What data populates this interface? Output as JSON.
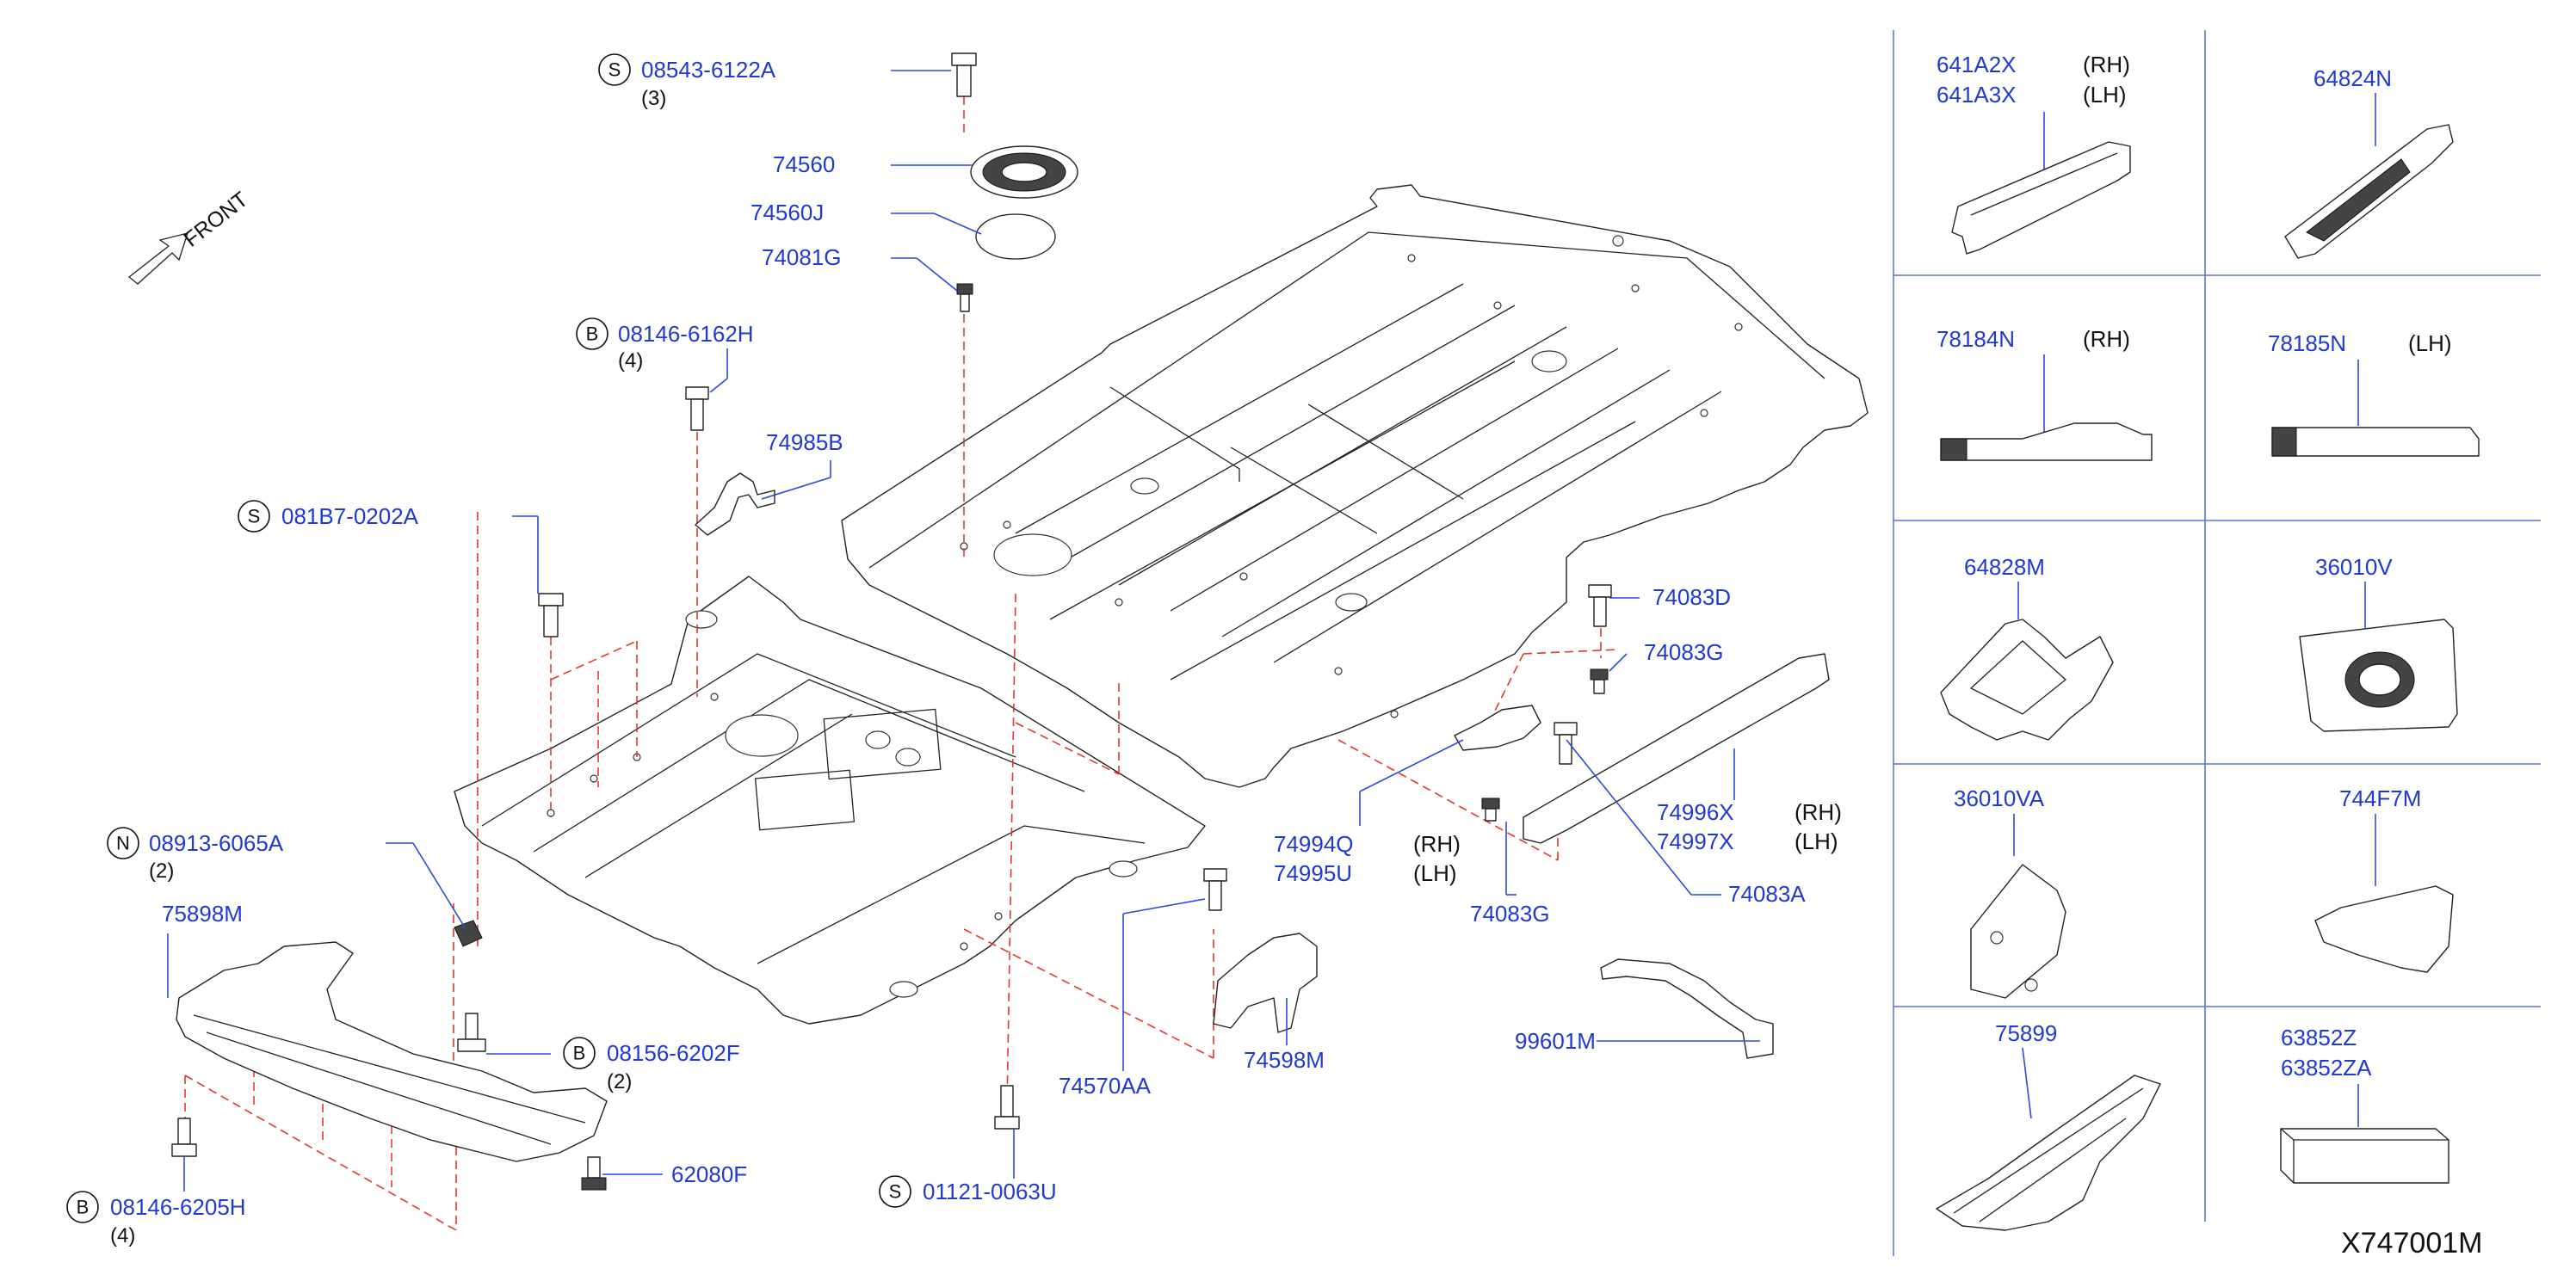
{
  "diagram": {
    "direction": "FRONT",
    "reference_code": "X747001M",
    "parts": {
      "p08543": {
        "prefix": "S",
        "number": "08543-6122A",
        "qty": "(3)"
      },
      "p74560": {
        "number": "74560"
      },
      "p74560J": {
        "number": "74560J"
      },
      "p74081G": {
        "number": "74081G"
      },
      "p08146a": {
        "prefix": "B",
        "number": "08146-6162H",
        "qty": "(4)"
      },
      "p74985B": {
        "number": "74985B"
      },
      "p081B7": {
        "prefix": "S",
        "number": "081B7-0202A"
      },
      "p74083D": {
        "number": "74083D"
      },
      "p74083G1": {
        "number": "74083G"
      },
      "p74994Q": {
        "number": "74994Q",
        "side": "(RH)"
      },
      "p74995U": {
        "number": "74995U",
        "side": "(LH)"
      },
      "p74996X": {
        "number": "74996X",
        "side": "(RH)"
      },
      "p74997X": {
        "number": "74997X",
        "side": "(LH)"
      },
      "p74083G2": {
        "number": "74083G"
      },
      "p74083A": {
        "number": "74083A"
      },
      "p08913": {
        "prefix": "N",
        "number": "08913-6065A",
        "qty": "(2)"
      },
      "p75898M": {
        "number": "75898M"
      },
      "p08156": {
        "prefix": "B",
        "number": "08156-6202F",
        "qty": "(2)"
      },
      "p62080F": {
        "number": "62080F"
      },
      "p08146b": {
        "prefix": "B",
        "number": "08146-6205H",
        "qty": "(4)"
      },
      "p74570AA": {
        "number": "74570AA"
      },
      "p74598M": {
        "number": "74598M"
      },
      "p01121": {
        "prefix": "S",
        "number": "01121-0063U"
      },
      "p99601M": {
        "number": "99601M"
      }
    },
    "panels": {
      "a1": {
        "line1": "641A2X",
        "side1": "(RH)",
        "line2": "641A3X",
        "side2": "(LH)"
      },
      "a2": {
        "line1": "64824N"
      },
      "b1": {
        "line1": "78184N",
        "side1": "(RH)"
      },
      "b2": {
        "line1": "78185N",
        "side1": "(LH)"
      },
      "c1": {
        "line1": "64828M"
      },
      "c2": {
        "line1": "36010V"
      },
      "d1": {
        "line1": "36010VA"
      },
      "d2": {
        "line1": "744F7M"
      },
      "e1": {
        "line1": "75899"
      },
      "e2": {
        "line1": "63852Z",
        "line2": "63852ZA"
      }
    }
  }
}
